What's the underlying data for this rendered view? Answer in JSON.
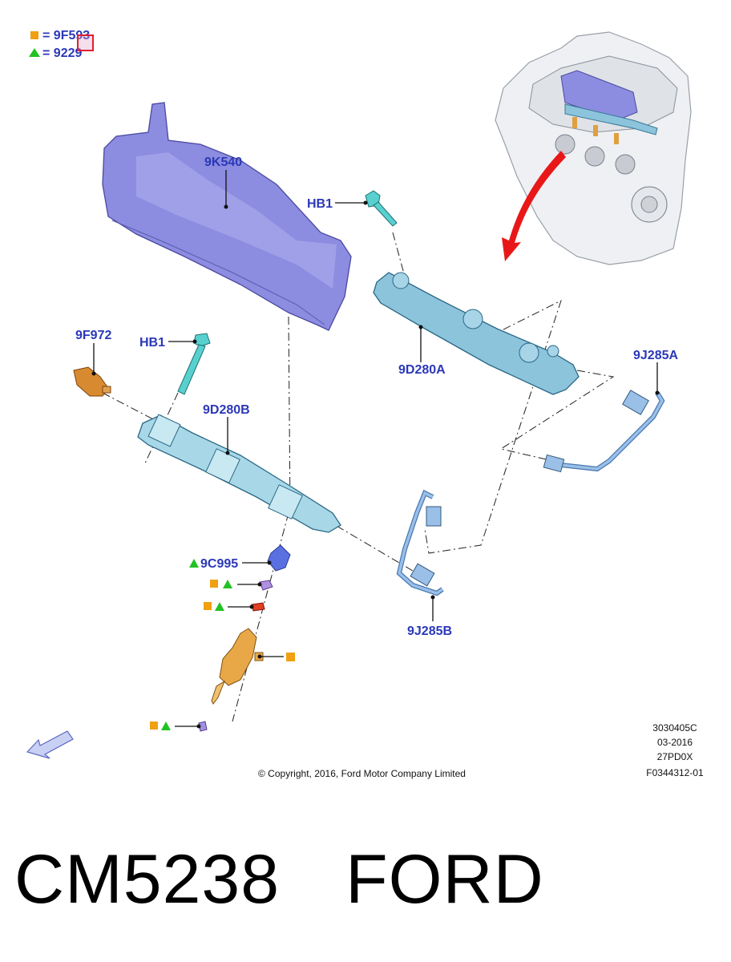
{
  "legend": [
    {
      "symbol": "square",
      "color": "#f0a010",
      "text": "= 9F593"
    },
    {
      "symbol": "triangle",
      "color": "#22c222",
      "text": "= 9229"
    }
  ],
  "parts": {
    "p9k540": "9K540",
    "hb1_top": "HB1",
    "hb1_left": "HB1",
    "p9f972": "9F972",
    "p9d280a": "9D280A",
    "p9d280b": "9D280B",
    "p9j285a": "9J285A",
    "p9j285b": "9J285B",
    "p9c995": "9C995"
  },
  "info": {
    "code": "3030405C",
    "date": "03-2016",
    "model": "27PD0X",
    "ref": "F0344312-01"
  },
  "copyright": "© Copyright, 2016, Ford Motor Company Limited",
  "footer": {
    "part_number": "CM5238",
    "brand": "FORD"
  },
  "colors": {
    "label": "#2b38b8",
    "shield": "#8c8ce0",
    "rail": "#8cc4dc",
    "orange_part": "#d88a30",
    "bolt": "#58d0d0",
    "line": "#7aa8d8",
    "arrow": "#e81818"
  }
}
